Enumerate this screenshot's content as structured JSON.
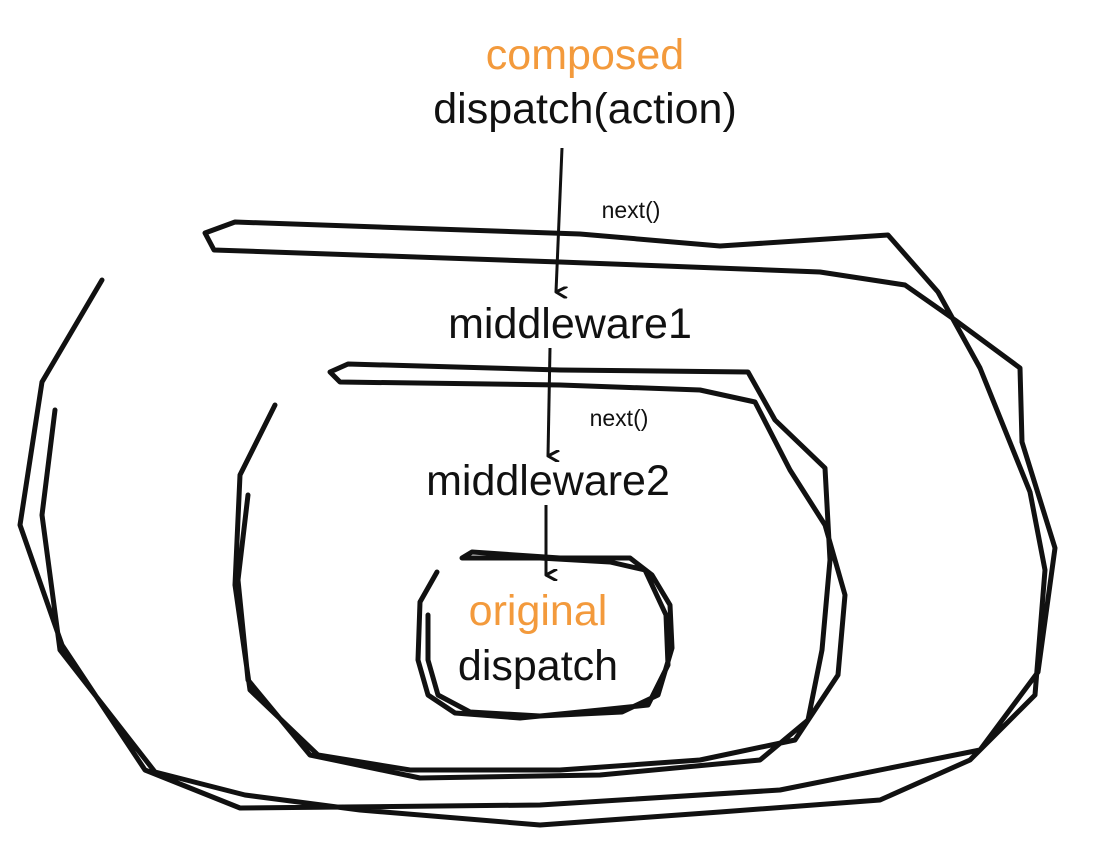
{
  "colors": {
    "stroke": "#111111",
    "accent": "#f39a3c",
    "text": "#111111",
    "background": "#ffffff"
  },
  "labels": {
    "composed": "composed",
    "dispatch_action": "dispatch(action)",
    "next_1": "next()",
    "middleware1": "middleware1",
    "next_2": "next()",
    "middleware2": "middleware2",
    "original": "original",
    "dispatch": "dispatch"
  }
}
